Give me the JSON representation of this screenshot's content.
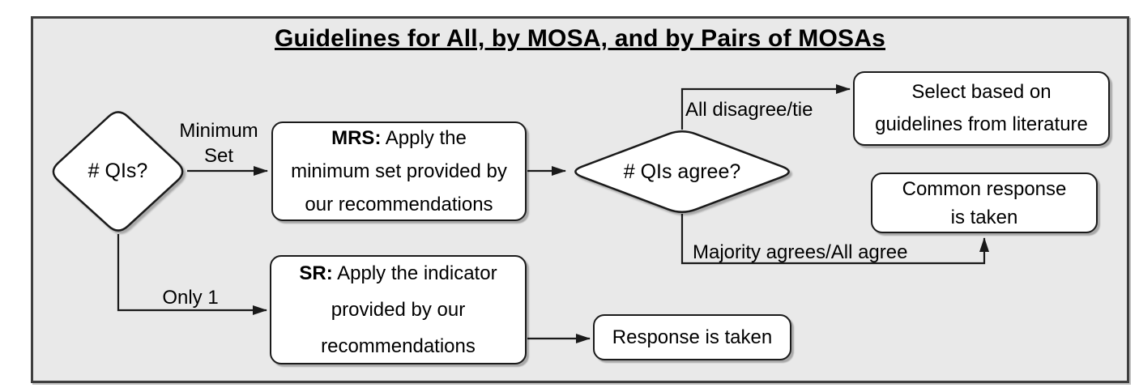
{
  "title": "Guidelines for All, by MOSA, and by Pairs of MOSAs",
  "colors": {
    "canvas_bg": "#e9e9e9",
    "canvas_border": "#3f3f3f",
    "shape_fill": "#ffffff",
    "stroke": "#1a1a1a"
  },
  "nodes": {
    "qis": {
      "label": "# QIs?"
    },
    "mrs": {
      "prefix": "MRS:",
      "text": " Apply the\nminimum set provided by\nour recommendations"
    },
    "agree": {
      "label": "# QIs agree?"
    },
    "select": {
      "text": "Select based on\nguidelines from literature"
    },
    "common": {
      "text": "Common response\nis taken"
    },
    "sr": {
      "prefix": "SR:",
      "text": " Apply the indicator\nprovided by our\nrecommendations"
    },
    "response": {
      "text": "Response is taken"
    }
  },
  "edges": {
    "minimum_set": "Minimum\nSet",
    "only_1": "Only 1",
    "all_disagree": "All disagree/tie",
    "majority": "Majority agrees/All agree"
  }
}
